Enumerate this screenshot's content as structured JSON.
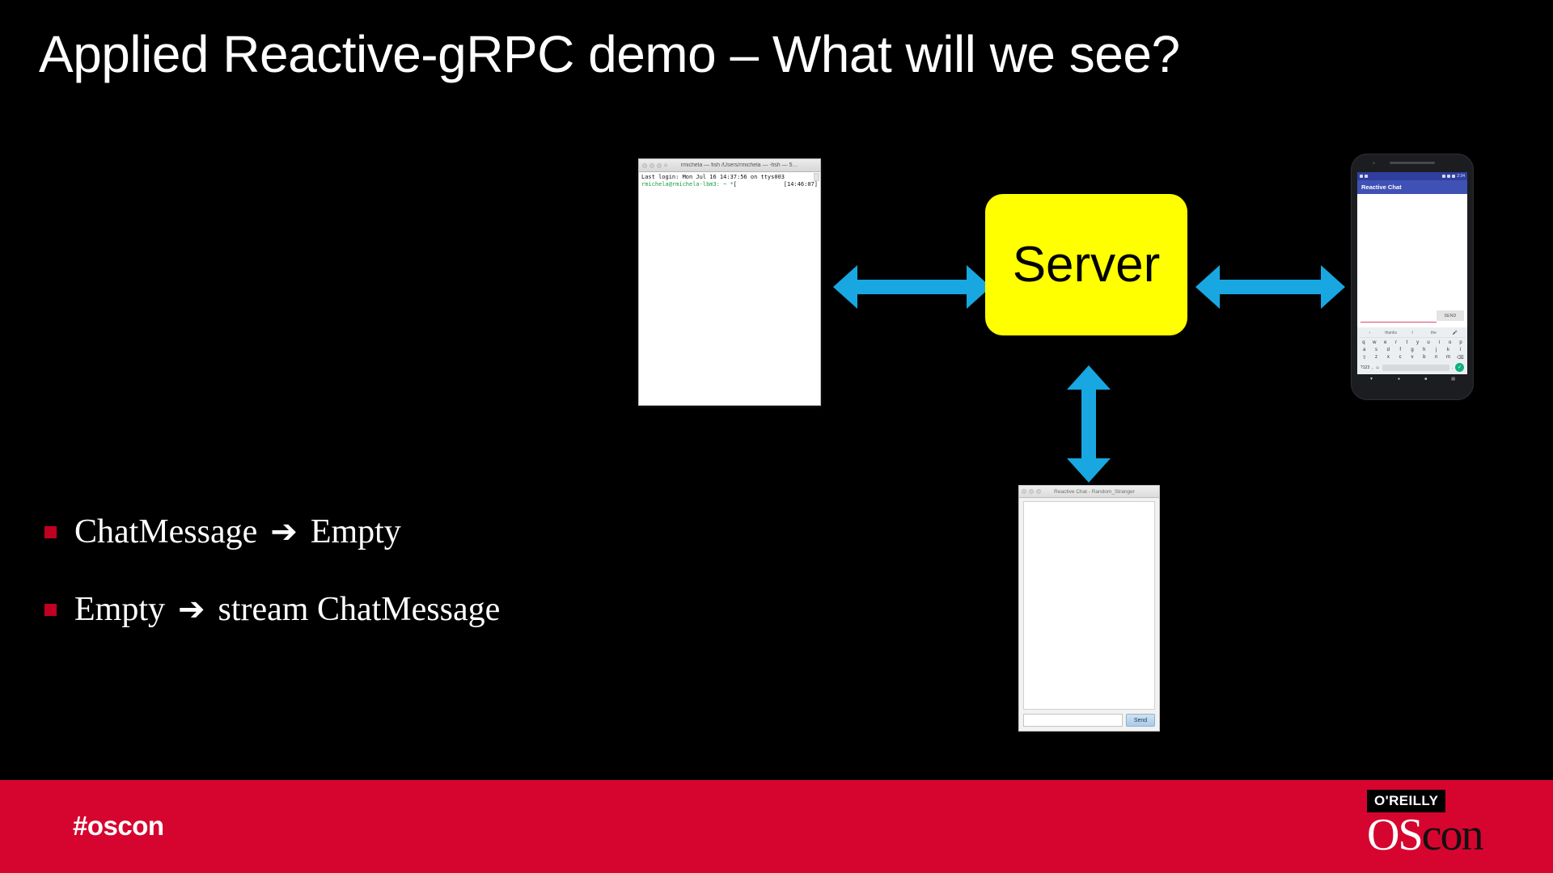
{
  "slide": {
    "title": "Applied Reactive-gRPC demo – What will we see?",
    "background_color": "#000000"
  },
  "bullets": [
    {
      "marker": "bullet-square",
      "left_text": "ChatMessage",
      "arrow": "➔",
      "right_text": "Empty"
    },
    {
      "marker": "bullet-square",
      "left_text": "Empty",
      "arrow": "➔",
      "right_text": "stream ChatMessage"
    }
  ],
  "diagram": {
    "server": {
      "label": "Server",
      "fill_color": "#FFFF00",
      "text_color": "#000000"
    },
    "arrow_color": "#18A7E0",
    "arrows": [
      {
        "name": "terminal-to-server",
        "direction": "horizontal-both"
      },
      {
        "name": "server-to-phone",
        "direction": "horizontal-both"
      },
      {
        "name": "server-to-desktop-chat",
        "direction": "vertical-both"
      }
    ],
    "terminal": {
      "title": "rmichela — fish  /Users/rmichela — -fish — 5…",
      "line_1": "Last login: Mon Jul 16 14:37:56 on ttys003",
      "prompt": "rmichela@rmichela-lbm3: ~ *",
      "timestamp": "[14:46:07]",
      "cursor": "[",
      "prompt_color": "#18A041",
      "background": "#FFFFFF"
    },
    "desktop_chat": {
      "title": "Reactive Chat - Random_Stranger",
      "send_label": "Send",
      "input_value": "",
      "messages": []
    },
    "phone": {
      "app_title": "Reactive Chat",
      "appbar_color": "#3F51B5",
      "status_time": "2:34",
      "send_label": "SEND",
      "input_value": "",
      "keyboard": {
        "suggestions": [
          "thanks",
          "I",
          "the"
        ],
        "row_1": [
          "q",
          "w",
          "e",
          "r",
          "t",
          "y",
          "u",
          "i",
          "o",
          "p"
        ],
        "row_2": [
          "a",
          "s",
          "d",
          "f",
          "g",
          "h",
          "j",
          "k",
          "l"
        ],
        "row_3": [
          "z",
          "x",
          "c",
          "v",
          "b",
          "n",
          "m"
        ],
        "numeric_key": "?123",
        "comma_key": ",",
        "period_key": ".",
        "ok_key": "✓"
      }
    }
  },
  "footer": {
    "hashtag": "#oscon",
    "background_color": "#D6052F",
    "brand": {
      "publisher": "O'REILLY",
      "conference_first": "OS",
      "conference_second": "con"
    }
  }
}
